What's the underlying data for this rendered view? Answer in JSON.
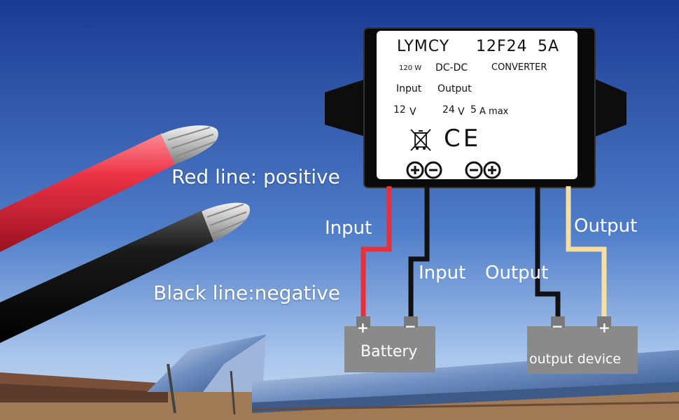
{
  "converter": {
    "brand": "LYMCY",
    "model": "12F24",
    "current": "5A",
    "power": "120 W",
    "type_a": "DC-DC",
    "type_b": "CONVERTER",
    "input_label": "Input",
    "output_label": "Output",
    "input_value": "12",
    "input_unit": "V",
    "output_value": "24",
    "output_unit": "V",
    "output_current_value": "5",
    "output_current_unit": "A max",
    "ce_mark": "CE"
  },
  "captions": {
    "red_line": "Red line: positive",
    "black_line": "Black line:negative"
  },
  "wires": {
    "input_red": "Input",
    "input_black": "Input",
    "output_black": "Output",
    "output_yellow": "Output"
  },
  "battery": {
    "label": "Battery",
    "plus": "+",
    "minus": "−"
  },
  "device": {
    "label": "output device",
    "plus": "+",
    "minus": "−"
  },
  "colors": {
    "wire_red": "#e8303a",
    "wire_black": "#111111",
    "wire_yellow": "#f6dfa0",
    "box_gray": "#8a8a8a",
    "sky_top": "#1b3b93",
    "sky_bottom": "#a7c4ea"
  }
}
